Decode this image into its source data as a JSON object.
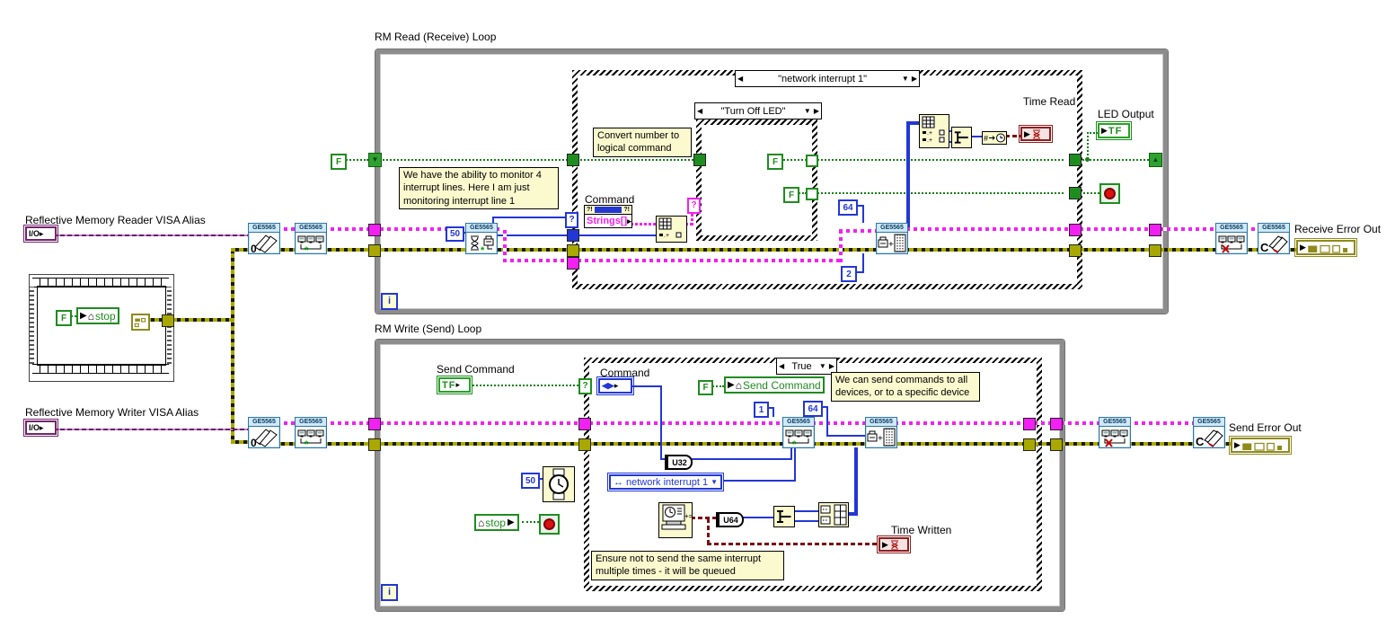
{
  "loops": {
    "read_title": "RM Read (Receive) Loop",
    "write_title": "RM Write (Send) Loop"
  },
  "selectors": {
    "read_case": "\"network interrupt 1\"",
    "inner_case": "\"Turn Off LED\"",
    "write_case": "True"
  },
  "controls": {
    "reader_alias_label": "Reflective Memory Reader VISA Alias",
    "writer_alias_label": "Reflective Memory Writer VISA Alias",
    "io_text": "I/O",
    "command_read_label": "Command",
    "strings_property": "Strings[]",
    "command_write_label": "Command",
    "send_command_label": "Send Command",
    "tf": "TF",
    "led_output_label": "LED Output",
    "time_read_label": "Time Read",
    "time_written_label": "Time Written",
    "receive_error_label": "Receive Error Out",
    "send_error_label": "Send Error Out",
    "ring_value": "network interrupt 1"
  },
  "globals": {
    "stop_seq": "stop",
    "stop_read": "stop",
    "send_command": "Send Command"
  },
  "constants": {
    "false": "F",
    "wait_read": "50",
    "wait_write": "50",
    "c64_read": "64",
    "c2": "2",
    "c1": "1",
    "c64_write": "64",
    "u32": "U32",
    "u64": "U64",
    "iteration": "i"
  },
  "nodes": {
    "header": "GE5565"
  },
  "comments": {
    "monitor": "We have the ability to monitor 4 interrupt lines. Here I am just monitoring interrupt line 1",
    "convert": "Convert number to logical command",
    "send_all": "We can send commands to all devices, or to a specific device",
    "queue": "Ensure not to send the same interrupt multiple times - it will be queued"
  },
  "icons": {
    "dropdown": "▼",
    "case_left": "◀",
    "case_right": "▶",
    "house": "⌂",
    "question": "?",
    "prop_flag": "?!",
    "ring_arrows": "↔",
    "arrow_right": "▶",
    "arrow_small": "▸",
    "shift_down": "▼",
    "shift_up": "▲",
    "left_right": "◀▶"
  },
  "colors": {
    "handle_wire": "#f320f3",
    "error_wire": "#a8a800",
    "boolean_wire": "#157f15",
    "numeric_wire": "#2337d4",
    "visa_wire": "#6a1569",
    "timestamp_wire": "#7c1010",
    "node_header_bg": "#cfe9fa",
    "comment_bg": "#fbf9ce",
    "loop_border": "#8d8d8d"
  }
}
